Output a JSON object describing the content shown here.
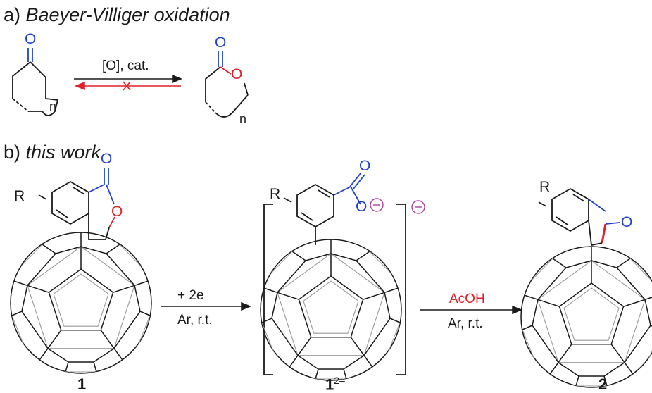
{
  "section_a": {
    "letter": "a)",
    "title": "Baeyer-Villiger oxidation"
  },
  "section_b": {
    "letter": "b)",
    "title": "this work"
  },
  "reaction_a": {
    "reagent": "[O], cat.",
    "ketone_O": "O",
    "lactone_O_carbonyl": "O",
    "lactone_O_ring": "O",
    "n_left": "n",
    "n_right": "n"
  },
  "reaction_b": {
    "step1_reagent": "+ 2e",
    "step1_conditions": "Ar, r.t.",
    "step2_reagent": "AcOH",
    "step2_conditions": "Ar, r.t."
  },
  "compounds": {
    "c1": {
      "label": "1",
      "R": "R",
      "O_carbonyl": "O",
      "O_ring": "O"
    },
    "c1d": {
      "label": "1",
      "sup": "2–",
      "R": "R",
      "O_top": "O",
      "O_bottom": "O"
    },
    "c2": {
      "label": "2",
      "R": "R",
      "O": "O"
    }
  },
  "colors": {
    "blue": "#2244cc",
    "red": "#e0202a",
    "magenta": "#b0409a",
    "black": "#1a1a1a",
    "gray": "#9a9a9a"
  },
  "icons": [
    "fullerene-cage-icon",
    "blocked-arrow-x-icon",
    "negative-charge-icon"
  ]
}
